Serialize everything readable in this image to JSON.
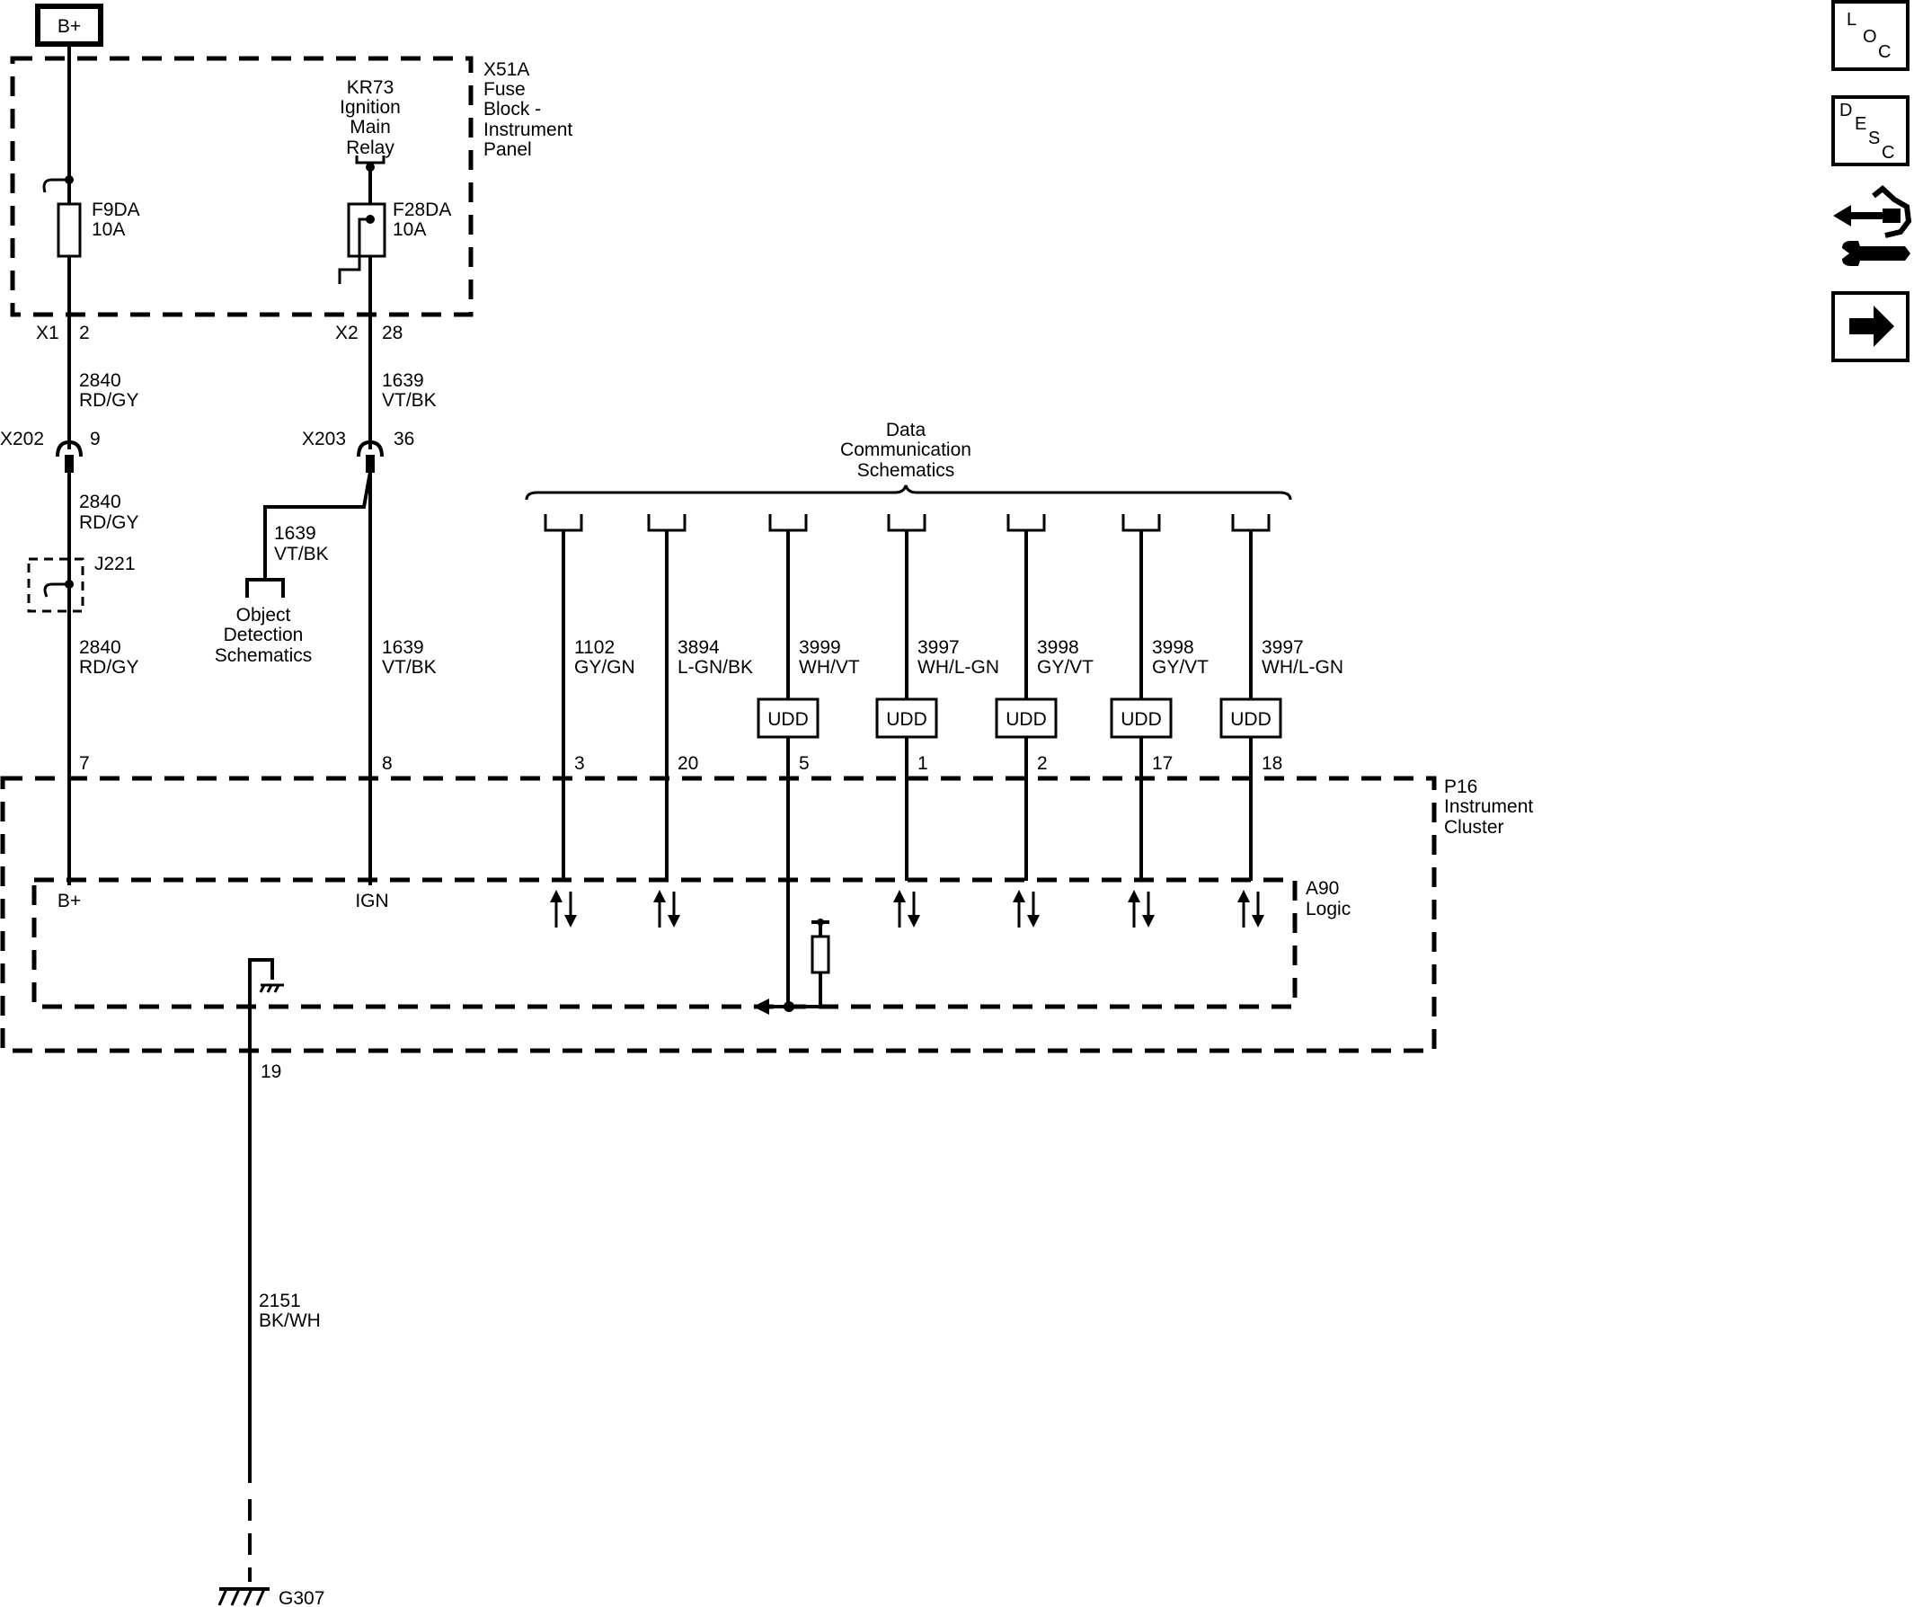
{
  "power": {
    "battery_label": "B+"
  },
  "fuse_block": {
    "id": "X51A",
    "name_lines": [
      "Fuse",
      "Block -",
      "Instrument",
      "Panel"
    ],
    "relay_lines": [
      "KR73",
      "Ignition",
      "Main",
      "Relay"
    ],
    "fuse1": {
      "name": "F9DA",
      "rating": "10A"
    },
    "fuse2": {
      "name": "F28DA",
      "rating": "10A"
    },
    "conn1": {
      "id": "X1",
      "pin": "2"
    },
    "conn2": {
      "id": "X2",
      "pin": "28"
    }
  },
  "circuits": {
    "bplus": {
      "num": "2840",
      "color": "RD/GY"
    },
    "ign": {
      "num": "1639",
      "color": "VT/BK"
    },
    "ground": {
      "num": "2151",
      "color": "BK/WH"
    }
  },
  "inline_connectors": {
    "x202": {
      "id": "X202",
      "pin": "9"
    },
    "x203": {
      "id": "X203",
      "pin": "36"
    }
  },
  "splice": {
    "id": "J221"
  },
  "object_detection_lines": [
    "Object",
    "Detection",
    "Schematics"
  ],
  "data_comm_lines": [
    "Data",
    "Communication",
    "Schematics"
  ],
  "data_wires": [
    {
      "num": "1102",
      "color": "GY/GN",
      "pin": "3",
      "udd": ""
    },
    {
      "num": "3894",
      "color": "L-GN/BK",
      "pin": "20",
      "udd": ""
    },
    {
      "num": "3999",
      "color": "WH/VT",
      "pin": "5",
      "udd": "UDD"
    },
    {
      "num": "3997",
      "color": "WH/L-GN",
      "pin": "1",
      "udd": "UDD"
    },
    {
      "num": "3998",
      "color": "GY/VT",
      "pin": "2",
      "udd": "UDD"
    },
    {
      "num": "3998",
      "color": "GY/VT",
      "pin": "17",
      "udd": "UDD"
    },
    {
      "num": "3997",
      "color": "WH/L-GN",
      "pin": "18",
      "udd": "UDD"
    }
  ],
  "cluster": {
    "id": "P16",
    "name_lines": [
      "Instrument",
      "Cluster"
    ],
    "logic_id": "A90",
    "logic_name": "Logic",
    "pin_bplus": "7",
    "pin_ign": "8",
    "pin_ground": "19",
    "label_bplus": "B+",
    "label_ign": "IGN"
  },
  "ground_id": "G307",
  "side_buttons": {
    "loc": [
      "L",
      "O",
      "C"
    ],
    "desc": [
      "D",
      "E",
      "S",
      "C"
    ]
  }
}
